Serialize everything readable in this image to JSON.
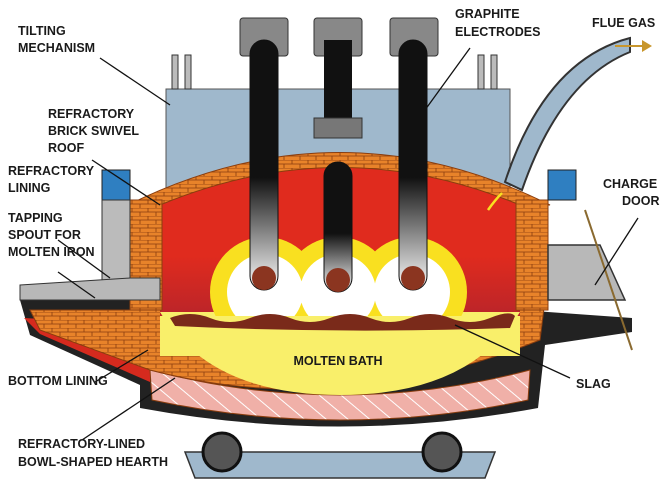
{
  "labels": {
    "tilting": [
      "TILTING",
      "MECHANISM"
    ],
    "roof": [
      "REFRACTORY",
      "BRICK SWIVEL",
      "ROOF"
    ],
    "lining": [
      "REFRACTORY",
      "LINING"
    ],
    "tapping": [
      "TAPPING",
      "SPOUT FOR",
      "MOLTEN IRON"
    ],
    "bottom": "BOTTOM LINING",
    "hearth": [
      "REFRACTORY-LINED",
      "BOWL-SHAPED HEARTH"
    ],
    "electrodes": [
      "GRAPHITE",
      "ELECTRODES"
    ],
    "flue": "FLUE GAS",
    "charge": [
      "CHARGE",
      "DOOR"
    ],
    "bath": "MOLTEN BATH",
    "slag": "SLAG"
  },
  "colors": {
    "brick": "#e8832a",
    "interior": "#e02b1e",
    "bath": "#f9ef6a",
    "frame": "#9fb8cc",
    "electrode": "#111111",
    "slag": "#7a2a1a",
    "arrow": "#c8962c"
  }
}
